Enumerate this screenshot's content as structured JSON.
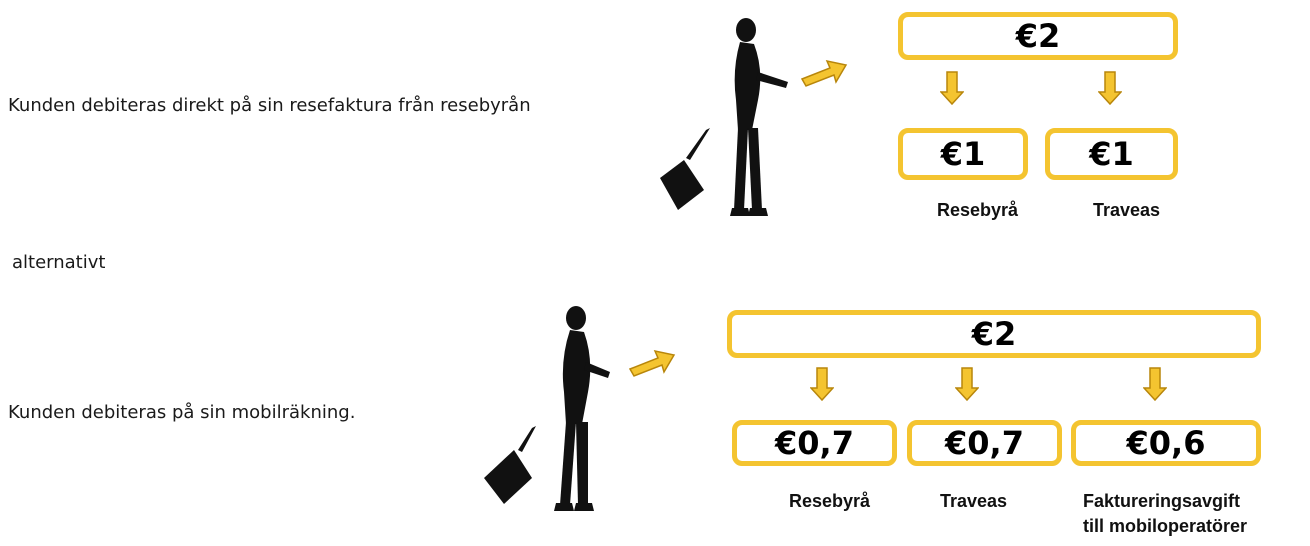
{
  "colors": {
    "accent": "#f4c430",
    "arrow_stroke": "#b8860b",
    "silhouette": "#111111"
  },
  "icons": [
    "traveler-silhouette-icon",
    "right-arrow-icon",
    "down-arrow-icon"
  ],
  "scenario1": {
    "description": "Kunden debiteras direkt på sin resefaktura från resebyrån",
    "total": "€2",
    "splits": [
      {
        "amount": "€1",
        "label": "Resebyrå"
      },
      {
        "amount": "€1",
        "label": "Traveas"
      }
    ]
  },
  "separator": "alternativt",
  "scenario2": {
    "description": "Kunden debiteras på sin mobilräkning.",
    "total": "€2",
    "splits": [
      {
        "amount": "€0,7",
        "label": "Resebyrå"
      },
      {
        "amount": "€0,7",
        "label": "Traveas"
      },
      {
        "amount": "€0,6",
        "label_line1": "Faktureringsavgift",
        "label_line2": "till mobiloperatörer"
      }
    ]
  }
}
